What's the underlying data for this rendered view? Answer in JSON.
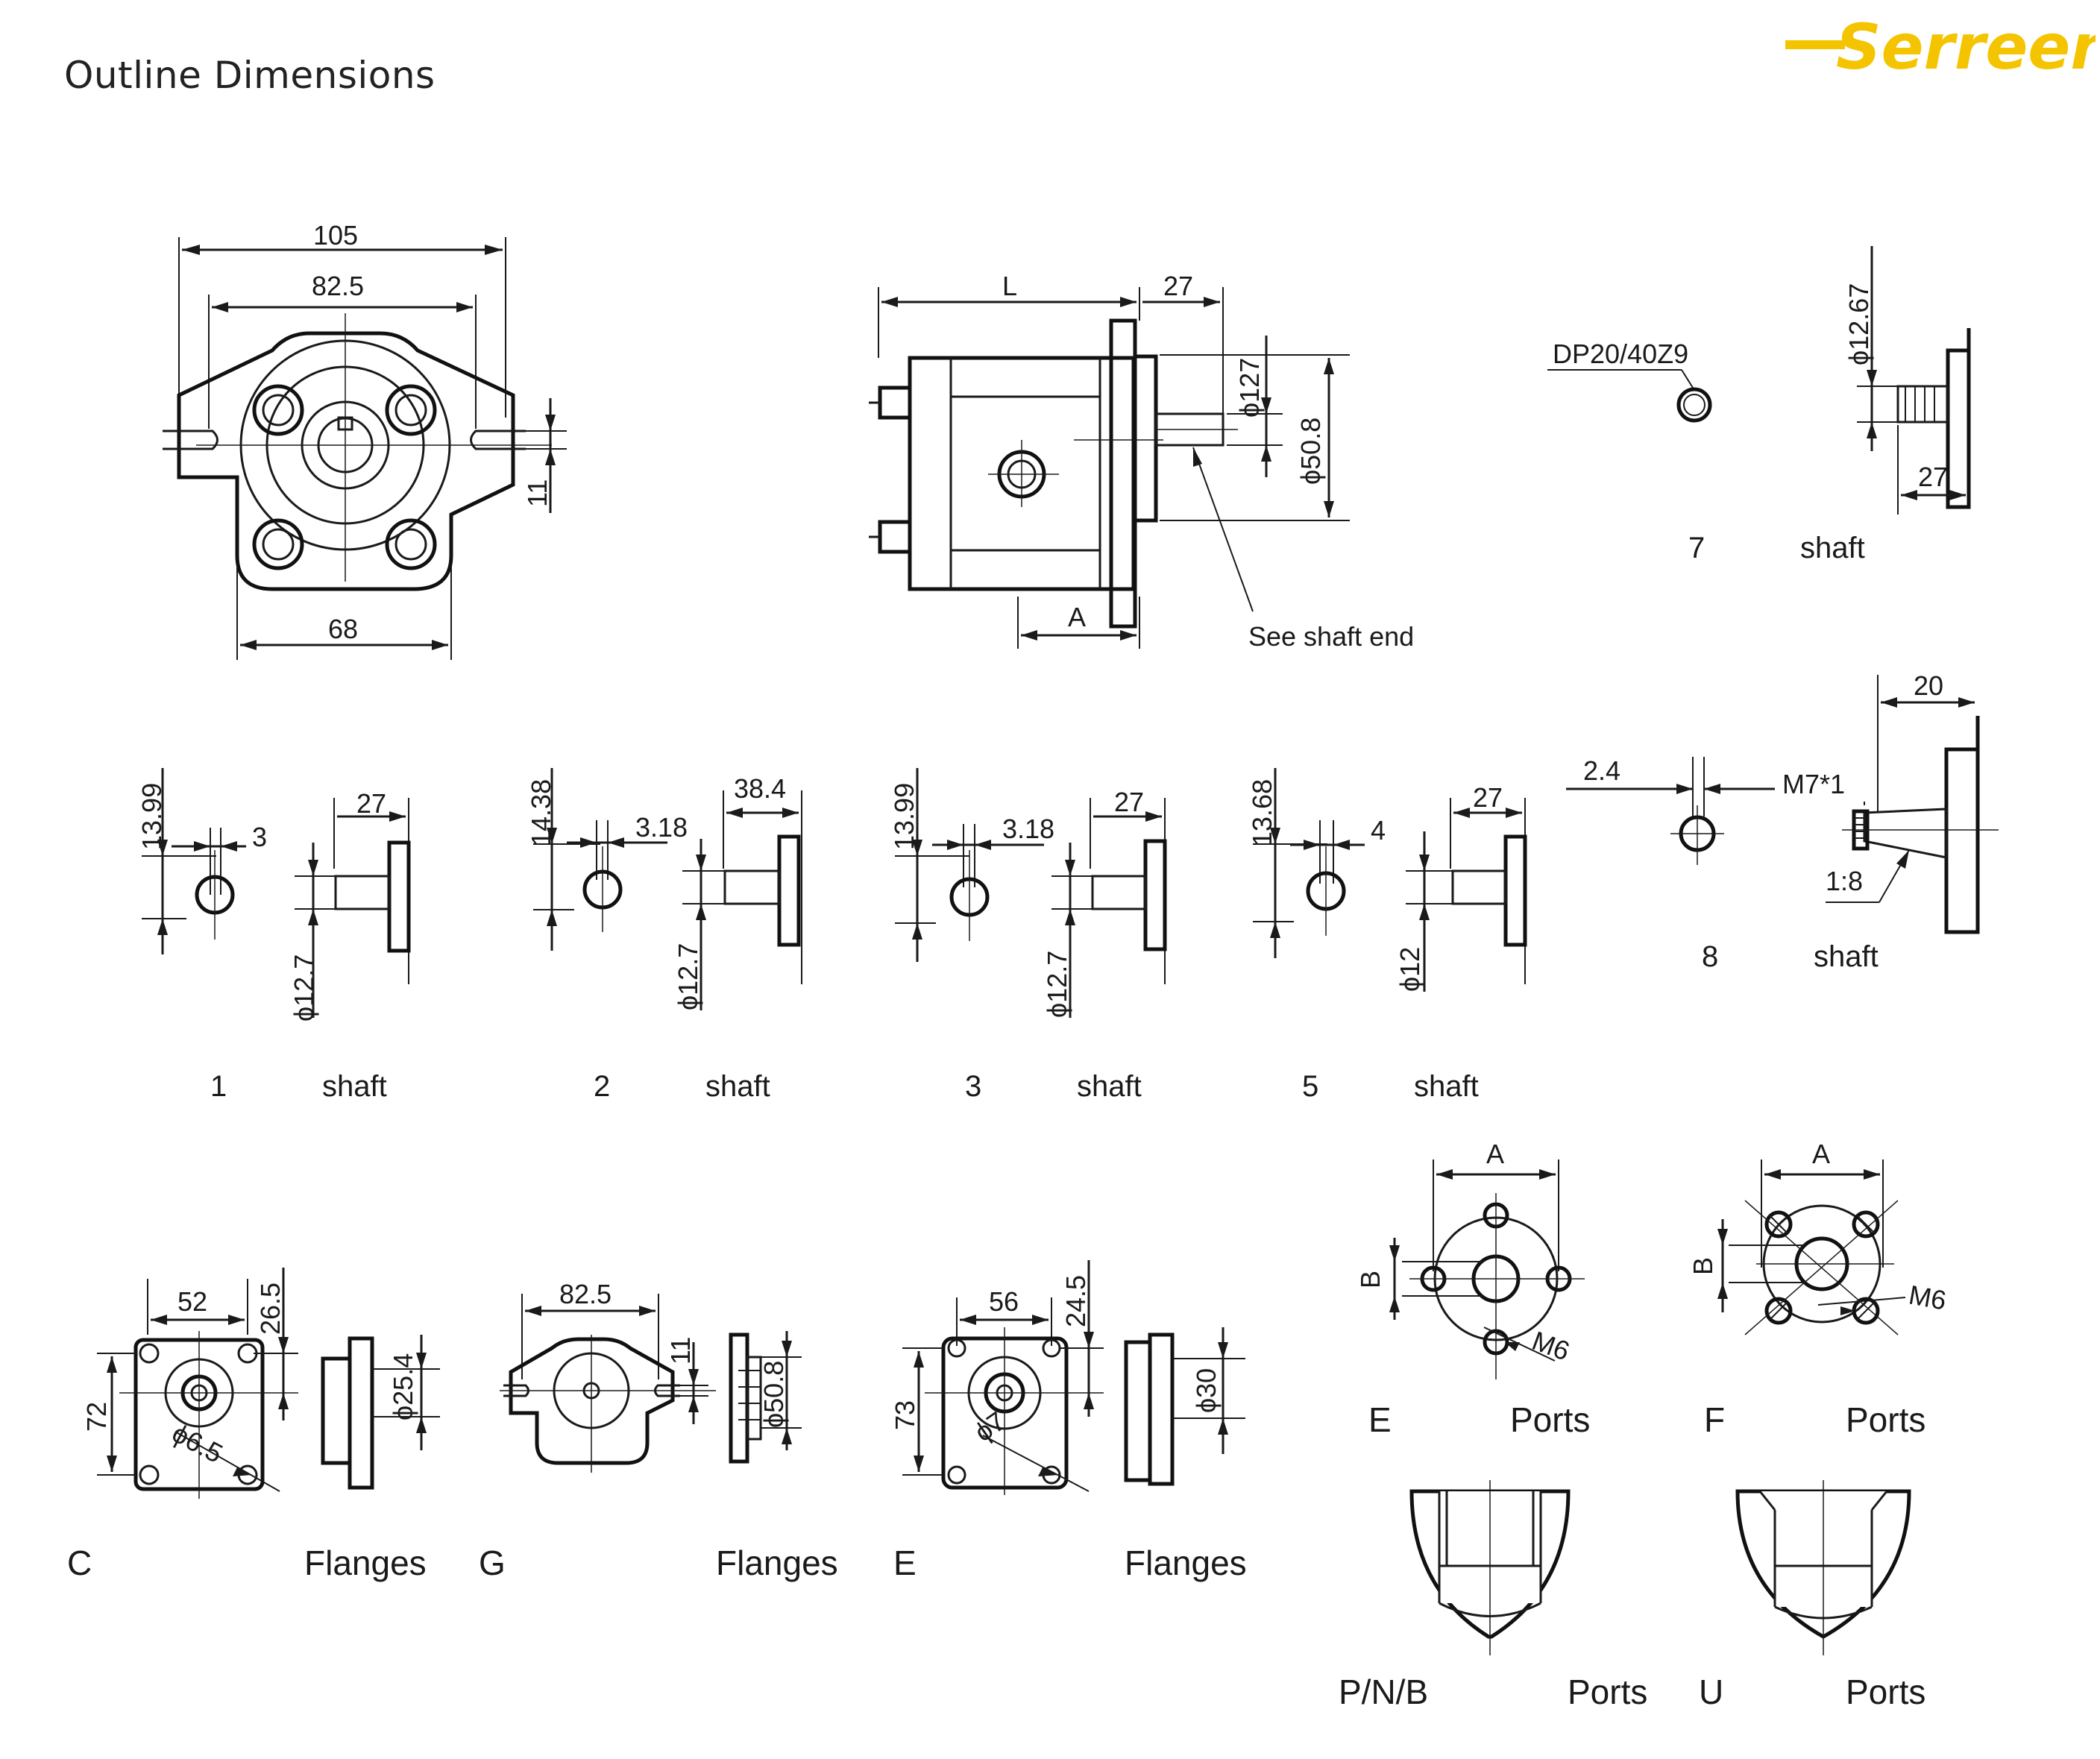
{
  "page": {
    "title": "Outline Dimensions",
    "brand": {
      "logo_text": "Serreen",
      "color": "#F5C400"
    }
  },
  "main_view": {
    "front_dims": {
      "overall_width": "105",
      "bolt_width": "82.5",
      "lower_width": "68",
      "slot_height": "11"
    },
    "side_dims": {
      "length": "L",
      "shaft_len": "27",
      "shaft_dia": "ϕ127",
      "pilot_dia": "ϕ50.8",
      "port_pos": "A",
      "note": "See shaft end"
    }
  },
  "shaft_ends": [
    {
      "code": "1",
      "word": "shaft",
      "dims": [
        "13.99",
        "3",
        "27",
        "ϕ12.7"
      ]
    },
    {
      "code": "2",
      "word": "shaft",
      "dims": [
        "14.38",
        "3.18",
        "38.4",
        "ϕ12.7"
      ]
    },
    {
      "code": "3",
      "word": "shaft",
      "dims": [
        "13.99",
        "3.18",
        "27",
        "ϕ12.7"
      ]
    },
    {
      "code": "5",
      "word": "shaft",
      "dims": [
        "13.68",
        "4",
        "27",
        "ϕ12"
      ]
    },
    {
      "code": "7",
      "word": "shaft",
      "dims": [
        "DP20/40Z9",
        "ϕ12.67",
        "27"
      ]
    },
    {
      "code": "8",
      "word": "shaft",
      "dims": [
        "2.4",
        "M7*1",
        "1:8",
        "20"
      ]
    }
  ],
  "flanges": [
    {
      "code": "C",
      "word": "Flanges",
      "dims": [
        "52",
        "26.5",
        "72",
        "ϕ6.5",
        "ϕ25.4"
      ]
    },
    {
      "code": "G",
      "word": "Flanges",
      "dims": [
        "82.5",
        "11",
        "ϕ50.8"
      ]
    },
    {
      "code": "E",
      "word": "Flanges",
      "dims": [
        "56",
        "24.5",
        "73",
        "ϕ7",
        "ϕ30"
      ]
    }
  ],
  "ports": [
    {
      "code": "E",
      "word": "Ports",
      "dims": [
        "A",
        "B",
        "M6"
      ]
    },
    {
      "code": "F",
      "word": "Ports",
      "dims": [
        "A",
        "B",
        "M6"
      ]
    },
    {
      "code": "P/N/B",
      "word": "Ports"
    },
    {
      "code": "U",
      "word": "Ports"
    }
  ]
}
